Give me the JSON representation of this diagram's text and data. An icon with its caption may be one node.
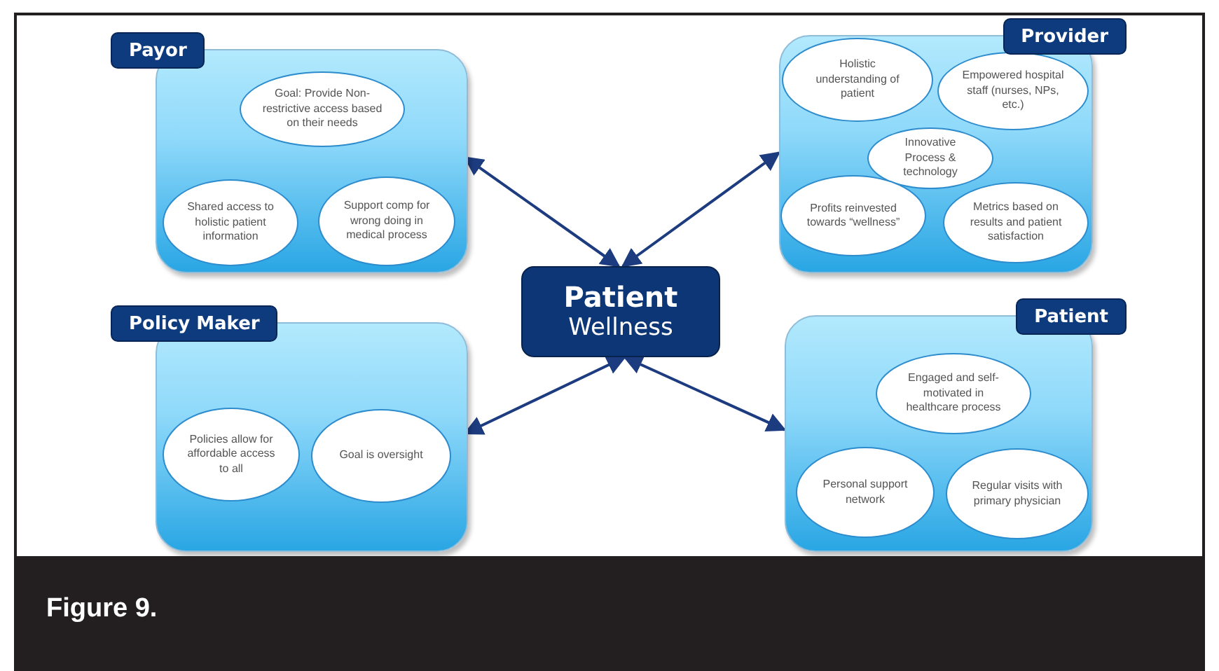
{
  "diagram": {
    "caption": "Figure 9.",
    "nodes": [
      {
        "text": [
          "Payor"
        ]
      },
      {
        "text": [
          "Goal: Provide Non-restrictive access based on their needs"
        ],
        "in": 0
      },
      {
        "text": [
          "Shared access to holistic patient information"
        ],
        "in": 0
      },
      {
        "text": [
          "Support comp for wrong doing in medical process"
        ],
        "in": 0
      },
      {
        "text": [
          "Provider"
        ]
      },
      {
        "text": [
          "Holistic understanding of patient"
        ],
        "in": 4
      },
      {
        "text": [
          "Empowered hospital staff (nurses, NPs, etc.)"
        ],
        "in": 4
      },
      {
        "text": [
          "Innovative Process & technology"
        ],
        "in": 4
      },
      {
        "text": [
          "Profits reinvested towards “wellness”"
        ],
        "in": 4
      },
      {
        "text": [
          "Metrics based on results and patient satisfaction"
        ],
        "in": 4
      },
      {
        "text": [
          "Patient",
          "Wellness"
        ]
      },
      {
        "text": [
          "Policy Maker"
        ]
      },
      {
        "text": [
          "Policies allow for affordable access to all"
        ],
        "in": 11
      },
      {
        "text": [
          "Goal is oversight"
        ],
        "in": 11
      },
      {
        "text": [
          "Patient"
        ]
      },
      {
        "text": [
          "Engaged and self-motivated in healthcare process"
        ],
        "in": 14
      },
      {
        "text": [
          "Personal support network"
        ],
        "in": 14
      },
      {
        "text": [
          "Regular visits with primary physician"
        ],
        "in": 14
      }
    ],
    "edges": [
      {
        "from": 10,
        "to": 0,
        "arrow": "both"
      },
      {
        "from": 10,
        "to": 4,
        "arrow": "both"
      },
      {
        "from": 10,
        "to": 11,
        "arrow": "both"
      },
      {
        "from": 10,
        "to": 14,
        "arrow": "both"
      }
    ]
  }
}
